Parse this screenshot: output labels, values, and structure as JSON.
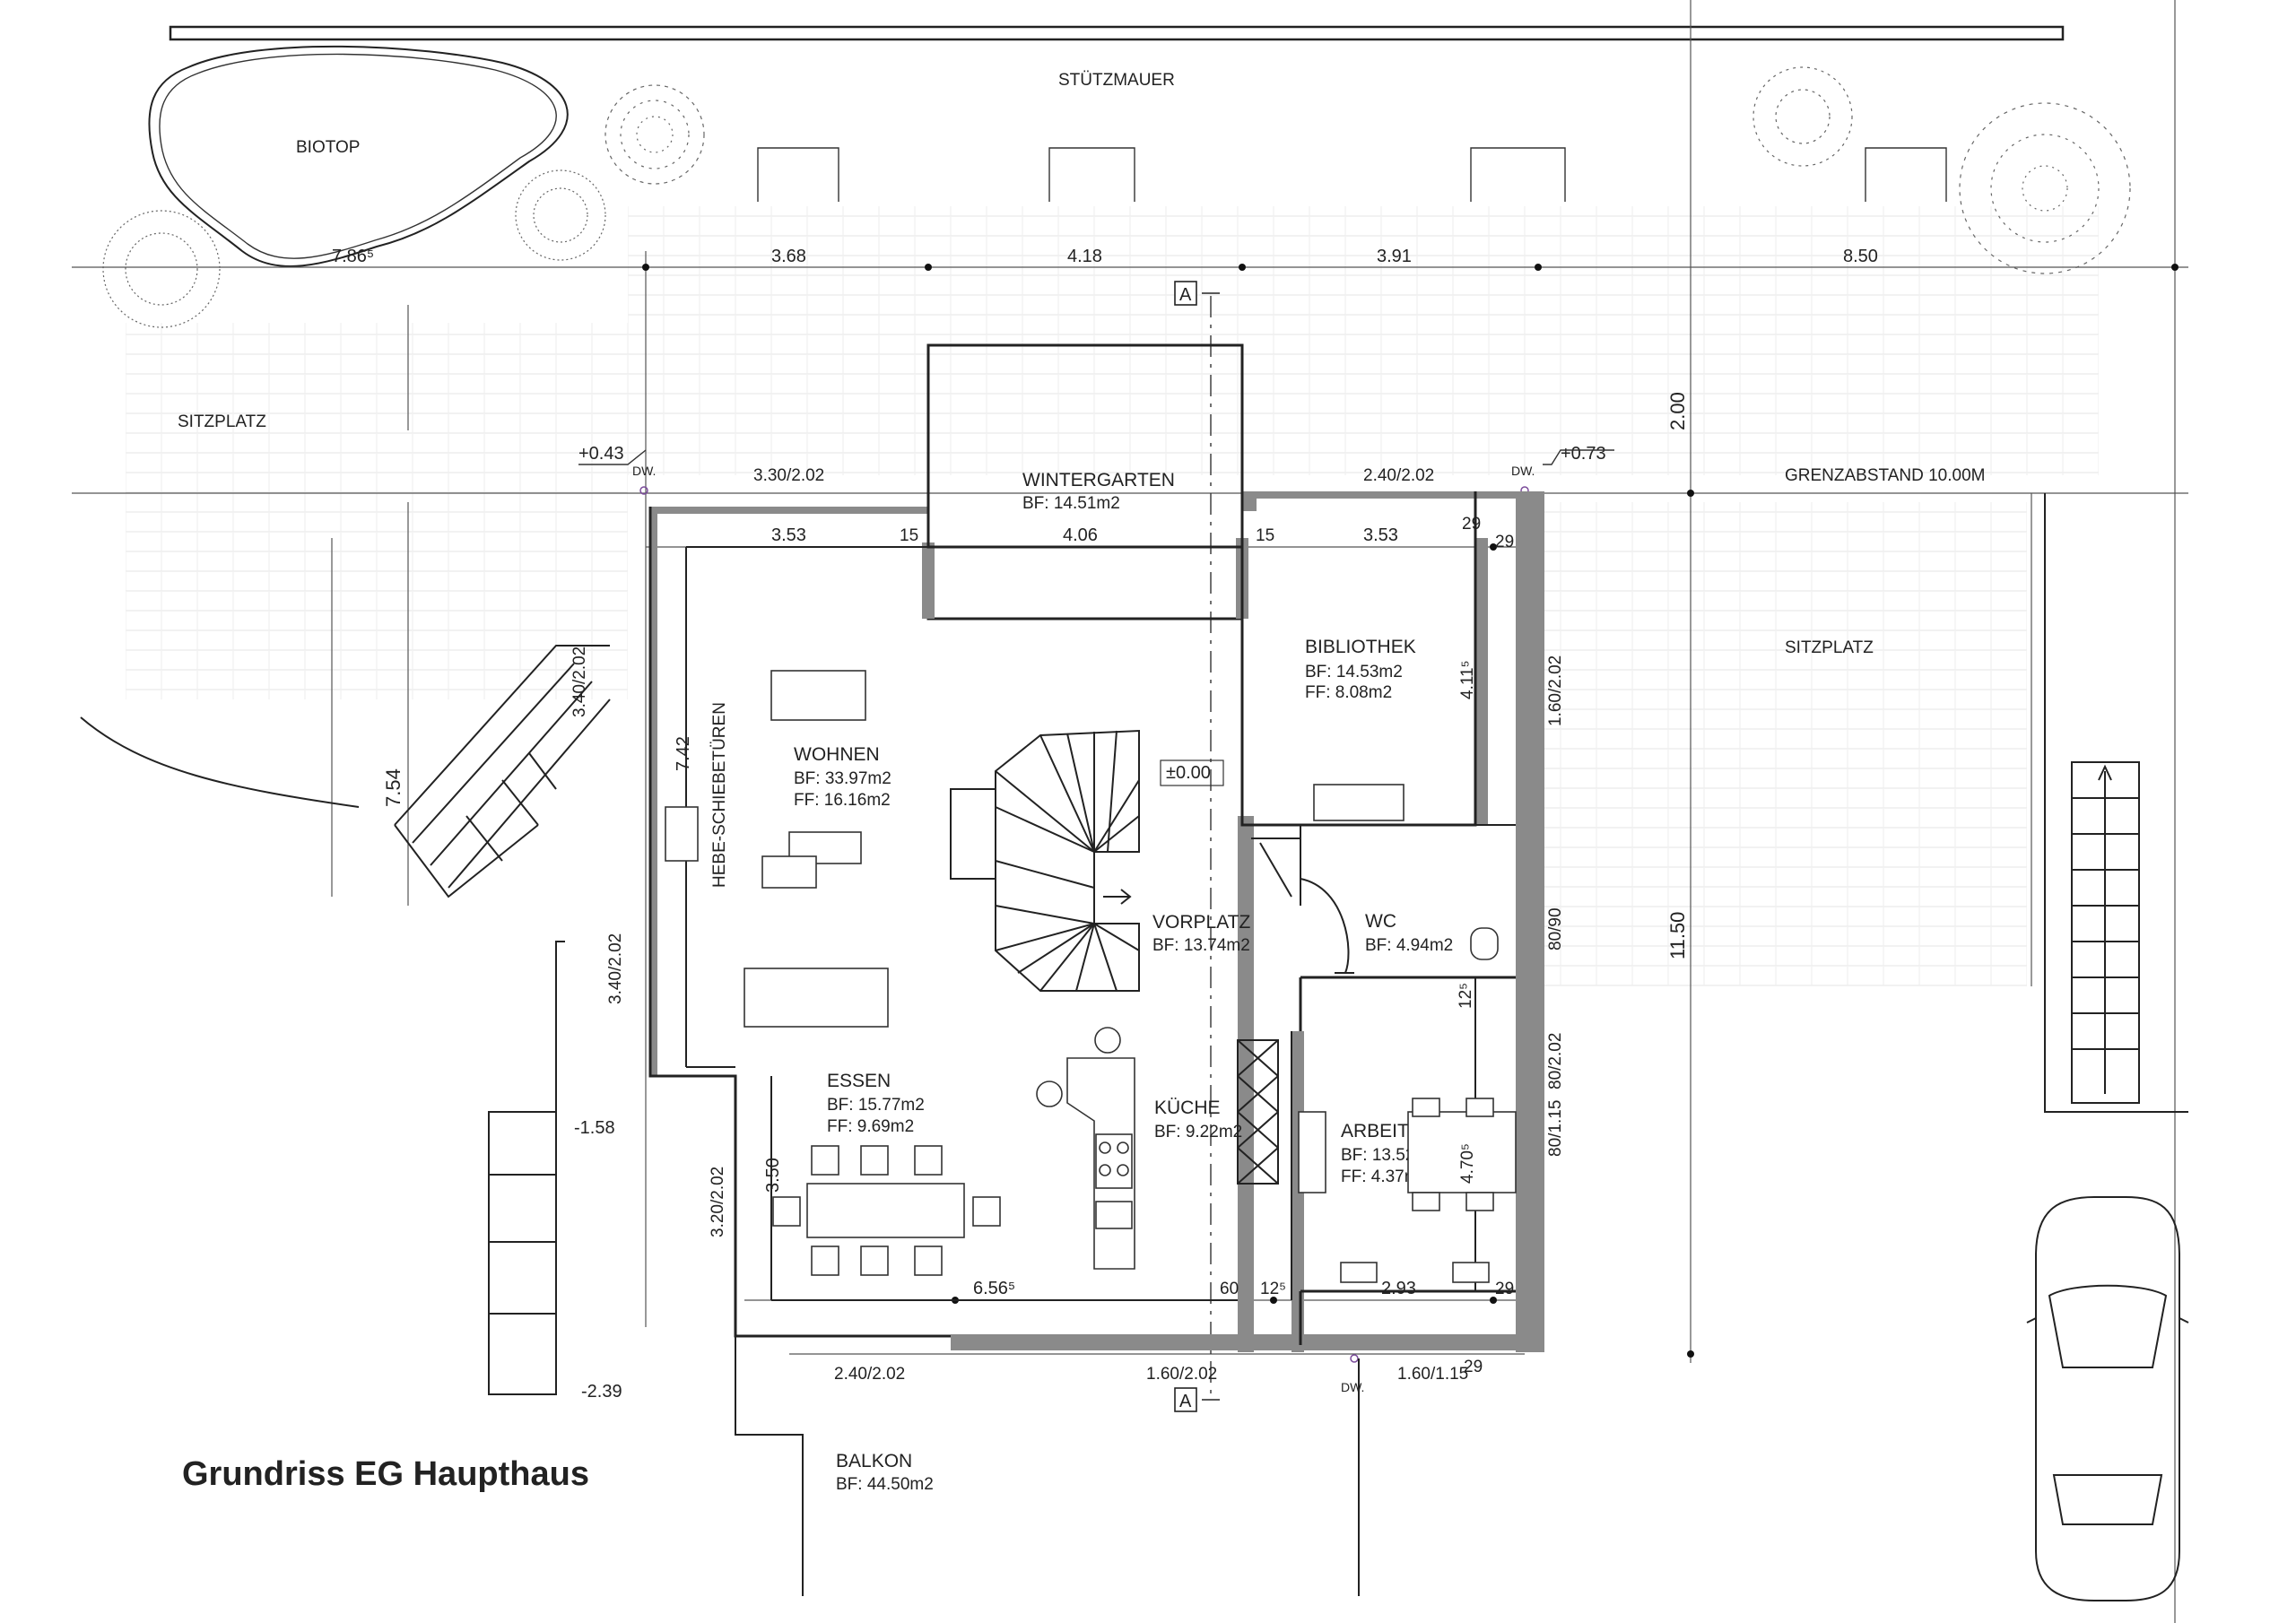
{
  "title": "Grundriss EG Haupthaus",
  "rooms": {
    "biotop": "BIOTOP",
    "stuetzmauer": "STÜTZMAUER",
    "sitzplatz_left": "SITZPLATZ",
    "sitzplatz_right": "SITZPLATZ",
    "wintergarten": {
      "name": "WINTERGARTEN",
      "bf": "BF: 14.51m2"
    },
    "bibliothek": {
      "name": "BIBLIOTHEK",
      "bf": "BF: 14.53m2",
      "ff": "FF:  8.08m2"
    },
    "wohnen": {
      "name": "WOHNEN",
      "bf": "BF: 33.97m2",
      "ff": "FF: 16.16m2"
    },
    "vorplatz": {
      "name": "VORPLATZ",
      "bf": "BF: 13.74m2"
    },
    "wc": {
      "name": "WC",
      "bf": "BF: 4.94m2"
    },
    "essen": {
      "name": "ESSEN",
      "bf": "BF: 15.77m2",
      "ff": "FF:  9.69m2"
    },
    "kueche": {
      "name": "KÜCHE",
      "bf": "BF: 9.22m2"
    },
    "arbeiten": {
      "name": "ARBEITEN",
      "bf": "BF: 13.52m2",
      "ff": "FF:  4.37m2"
    },
    "balkon": {
      "name": "BALKON",
      "bf": "BF: 44.50m2"
    }
  },
  "labels": {
    "hebe": "HEBE-SCHIEBETÜREN",
    "grenz": "GRENZABSTAND  10.00M",
    "zero": "±0.00",
    "dw": "DW."
  },
  "levels": {
    "l1": "+0.43",
    "l2": "+0.73",
    "l3": "-1.58",
    "l4": "-2.39"
  },
  "dims": {
    "top_a": "7.86⁵",
    "top_b": "3.68",
    "top_c": "4.18",
    "top_d": "3.91",
    "top_e": "8.50",
    "row2_a": "3.53",
    "row2_b": "15",
    "row2_c": "4.06",
    "row2_d": "15",
    "row2_e": "3.53",
    "row2_f": "29",
    "row2_g": "29",
    "win_l": "3.30/2.02",
    "win_r": "2.40/2.02",
    "v_200": "2.00",
    "v_1150": "11.50",
    "v_754": "7.54",
    "v_742": "7.42",
    "v_411": "4.11⁵",
    "v_340a": "3.40/2.02",
    "v_340b": "3.40/2.02",
    "v_320": "3.20/2.02",
    "v_350": "3.50",
    "v_160": "1.60/2.02",
    "v_8090": "80/90",
    "v_80202": "80/2.02",
    "v_80115": "80/1.15",
    "v_470": "4.70⁵",
    "v_125a": "12⁵",
    "bot_a": "6.56⁵",
    "bot_b": "60",
    "bot_c": "12⁵",
    "bot_d": "2.93",
    "bot_e": "29",
    "bot_f": "29",
    "win_b1": "2.40/2.02",
    "win_b2": "1.60/2.02",
    "win_b3": "1.60/1.15",
    "sec_a": "A"
  }
}
